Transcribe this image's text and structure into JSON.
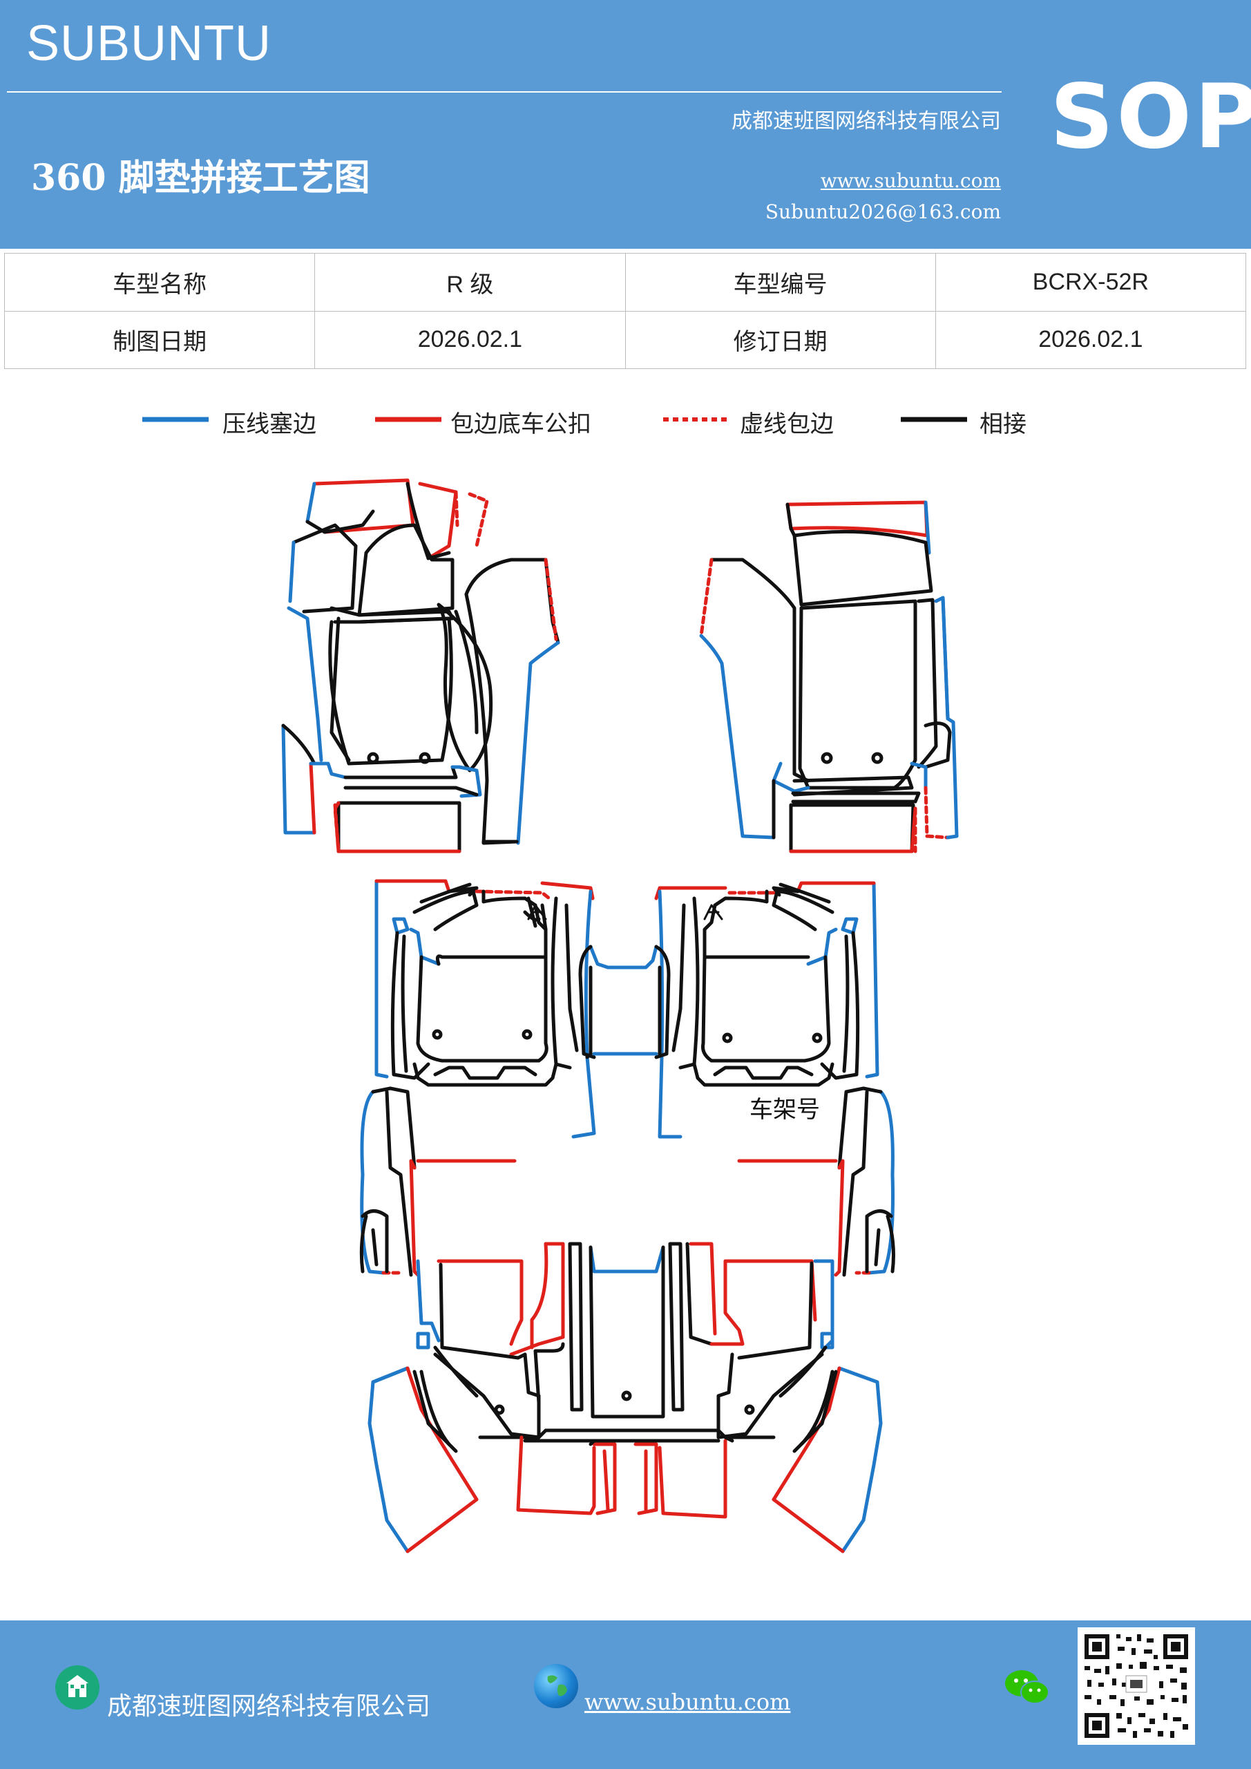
{
  "header": {
    "brand": "SUBUNTU",
    "company": "成都速班图网络科技有限公司",
    "title": "360 脚垫拼接工艺图",
    "website": "www.subuntu.com",
    "email": "Subuntu2026@163.com",
    "badge": "SOP"
  },
  "info_table": {
    "rows": [
      [
        "车型名称",
        "R 级",
        "车型编号",
        "BCRX-52R"
      ],
      [
        "制图日期",
        "2026.02.1",
        "修订日期",
        "2026.02.1"
      ]
    ]
  },
  "legend": [
    {
      "label": "压线塞边",
      "color": "#1f78c8",
      "style": "solid"
    },
    {
      "label": "包边底车公扣",
      "color": "#e0201b",
      "style": "solid"
    },
    {
      "label": "虚线包边",
      "color": "#e0201b",
      "style": "dotted"
    },
    {
      "label": "相接",
      "color": "#111111",
      "style": "solid"
    }
  ],
  "diagram": {
    "annotation": "车架号"
  },
  "footer": {
    "company": "成都速班图网络科技有限公司",
    "website": "www.subuntu.com"
  },
  "icons": [
    "building-icon",
    "globe-icon",
    "wechat-icon",
    "qr-code"
  ]
}
